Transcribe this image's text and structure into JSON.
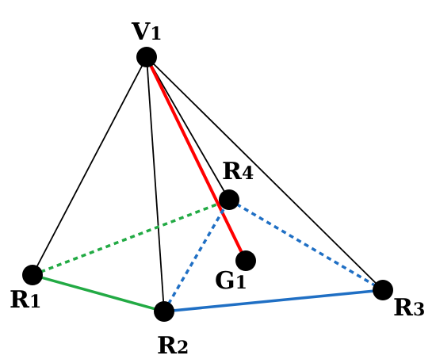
{
  "colors": {
    "background": "#ffffff",
    "edge_black": "#000000",
    "edge_red": "#ff0000",
    "edge_green": "#22aa44",
    "edge_blue": "#1f6fc4",
    "node_fill": "#000000"
  },
  "nodes": {
    "V1": {
      "letter": "V",
      "sub": "1"
    },
    "R1": {
      "letter": "R",
      "sub": "1"
    },
    "R2": {
      "letter": "R",
      "sub": "2"
    },
    "R3": {
      "letter": "R",
      "sub": "3"
    },
    "R4": {
      "letter": "R",
      "sub": "4"
    },
    "G1": {
      "letter": "G",
      "sub": "1"
    }
  },
  "edges": [
    {
      "from": "V1",
      "to": "R1",
      "color": "edge_black",
      "style": "solid"
    },
    {
      "from": "V1",
      "to": "R2",
      "color": "edge_black",
      "style": "solid"
    },
    {
      "from": "V1",
      "to": "R3",
      "color": "edge_black",
      "style": "solid"
    },
    {
      "from": "V1",
      "to": "R4",
      "color": "edge_black",
      "style": "solid"
    },
    {
      "from": "V1",
      "to": "G1",
      "color": "edge_red",
      "style": "solid"
    },
    {
      "from": "R1",
      "to": "R2",
      "color": "edge_green",
      "style": "solid"
    },
    {
      "from": "R1",
      "to": "R4",
      "color": "edge_green",
      "style": "dashed"
    },
    {
      "from": "R2",
      "to": "R3",
      "color": "edge_blue",
      "style": "solid"
    },
    {
      "from": "R2",
      "to": "R4",
      "color": "edge_blue",
      "style": "dashed"
    },
    {
      "from": "R4",
      "to": "R3",
      "color": "edge_blue",
      "style": "dashed"
    }
  ]
}
